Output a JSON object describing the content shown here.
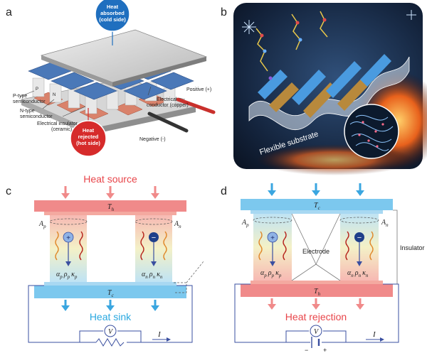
{
  "panels": {
    "a": {
      "letter": "a",
      "heat_absorbed_line1": "Heat",
      "heat_absorbed_line2": "absorbed",
      "heat_absorbed_line3": "(cold side)",
      "heat_rejected_line1": "Heat",
      "heat_rejected_line2": "rejected",
      "heat_rejected_line3": "(hot side)",
      "p_type_line1": "P-type",
      "p_type_line2": "semiconductor",
      "n_type_line1": "N-type",
      "n_type_line2": "semiconductor",
      "insulator_line1": "Electrical insulator",
      "insulator_line2": "(ceramic)",
      "conductor_line1": "Electrical",
      "conductor_line2": "conductor (copper)",
      "positive": "Positive (+)",
      "negative": "Negative (-)",
      "leg_p": "P",
      "leg_n": "N"
    },
    "b": {
      "letter": "b",
      "substrate_label": "Flexible substrate"
    },
    "c": {
      "letter": "c",
      "heat_source": "Heat source",
      "heat_sink": "Heat sink",
      "top_temp": "T",
      "top_temp_sub": "h",
      "bottom_temp": "T",
      "bottom_temp_sub": "c",
      "area_p": "A",
      "area_p_sub": "p",
      "area_n": "A",
      "area_n_sub": "n",
      "props_p": "α",
      "props_p_sub": "p",
      "props_p2": "ρ",
      "props_p2_sub": "p",
      "props_p3": "κ",
      "props_p3_sub": "p",
      "props_n": "α",
      "props_n_sub": "n",
      "props_n2": "ρ",
      "props_n2_sub": "n",
      "props_n3": "κ",
      "props_n3_sub": "n",
      "plus": "+",
      "minus": "−",
      "voltmeter": "V",
      "current": "I"
    },
    "d": {
      "letter": "d",
      "heat_rejection": "Heat rejection",
      "electrode": "Electrode",
      "insulator": "Insulator",
      "top_temp": "T",
      "top_temp_sub": "c",
      "bottom_temp": "T",
      "bottom_temp_sub": "h",
      "area_p": "A",
      "area_p_sub": "p",
      "area_n": "A",
      "area_n_sub": "n",
      "props_p": "α",
      "props_p_sub": "p",
      "props_p2": "ρ",
      "props_p2_sub": "p",
      "props_p3": "κ",
      "props_p3_sub": "p",
      "props_n": "α",
      "props_n_sub": "n",
      "props_n2": "ρ",
      "props_n2_sub": "n",
      "props_n3": "κ",
      "props_n3_sub": "n",
      "plus": "+",
      "minus": "−",
      "voltmeter": "V",
      "current": "I",
      "battery_minus": "−",
      "battery_plus": "+"
    }
  },
  "colors": {
    "hot": "#f08a8a",
    "cold": "#7cc8ee",
    "heat_source_text": "#e8454a",
    "heat_sink_text": "#2aa8e0",
    "badge_blue": "#1f6fbf",
    "badge_red": "#d62b2b",
    "wire": "#3a4fa0"
  }
}
